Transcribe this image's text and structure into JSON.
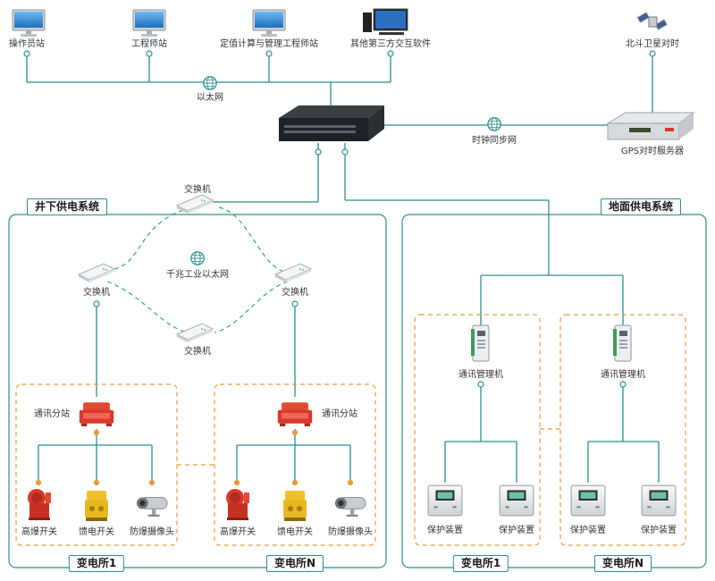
{
  "top": {
    "operator_station": "操作员站",
    "engineer_station": "工程师站",
    "calc_station": "定值计算与管理工程师站",
    "third_party": "其他第三方交互软件",
    "beidou": "北斗卫星对时",
    "ethernet": "以太网",
    "clock_sync_net": "时钟同步网",
    "gps_server": "GPS对时服务器"
  },
  "underground": {
    "title": "井下供电系统",
    "switch_label": "交换机",
    "gigabit_net": "千兆工业以太网",
    "comm_substation": "通讯分站",
    "devices": [
      "高爆开关",
      "馈电开关",
      "防爆摄像头"
    ],
    "substation_1": "变电所1",
    "substation_n": "变电所N"
  },
  "surface": {
    "title": "地面供电系统",
    "comm_manager": "通讯管理机",
    "protection_device": "保护装置",
    "substation_1": "变电所1",
    "substation_n": "变电所N"
  },
  "colors": {
    "line": "#2a8f8f",
    "dashed_orange": "#e89a3c",
    "dashed_green": "#3aa37a",
    "accent_red": "#d83a2a",
    "accent_yellow": "#e8b820"
  }
}
